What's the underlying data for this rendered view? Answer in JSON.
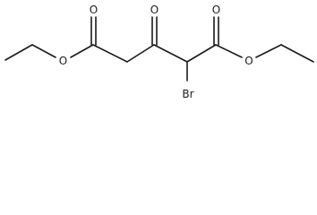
{
  "molecule": {
    "atom_labels": {
      "ester_o_left": "O",
      "carbonyl_o_left": "O",
      "ketone_o": "O",
      "carbonyl_o_right": "O",
      "ester_o_right": "O",
      "bromine": "Br"
    }
  }
}
